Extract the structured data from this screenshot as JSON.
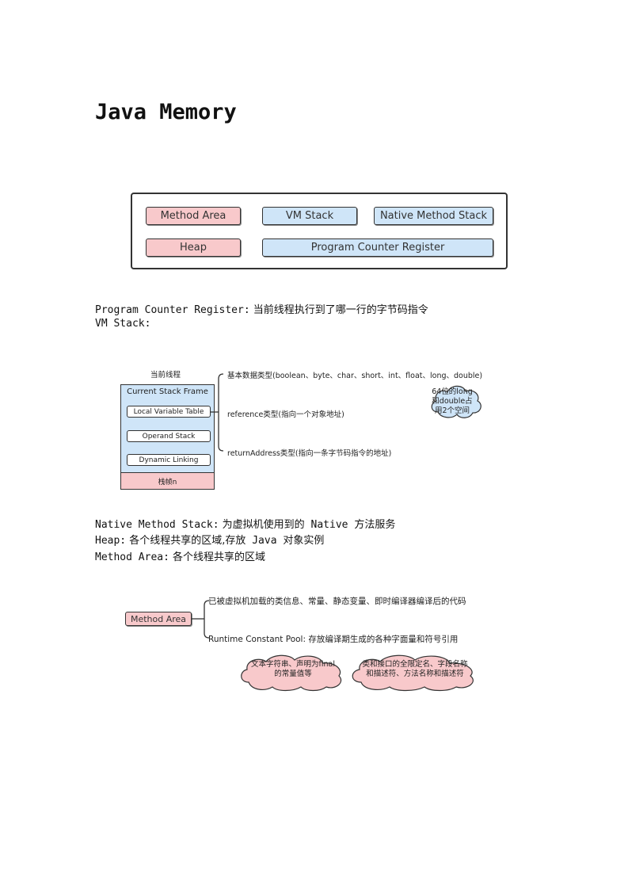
{
  "title": "Java Memory",
  "overview": {
    "method_area": "Method Area",
    "vm_stack": "VM Stack",
    "native_method_stack": "Native Method Stack",
    "heap": "Heap",
    "pc_register": "Program Counter Register"
  },
  "lines": {
    "pc_key": "Program Counter Register:",
    "pc_text": " 当前线程执行到了哪一行的字节码指令",
    "vm_key": "VM Stack:",
    "native_key": "Native Method Stack:",
    "native_text": " 为虚拟机使用到的",
    "native_mono": " Native ",
    "native_text2": "方法服务",
    "heap_key": "Heap:",
    "heap_text": " 各个线程共享的区域,存放",
    "heap_mono": " Java ",
    "heap_text2": "对象实例",
    "method_key": "Method Area:",
    "method_text": " 各个线程共享的区域"
  },
  "stack_diagram": {
    "thread_label": "当前线程",
    "frame_title": "Current Stack Frame",
    "local_var": "Local Variable Table",
    "operand": "Operand Stack",
    "dynamic": "Dynamic Linking",
    "bottom": "栈帧n",
    "branch1": "基本数据类型(boolean、byte、char、short、int、float、long、double)",
    "branch2": "reference类型(指向一个对象地址)",
    "branch3": "returnAddress类型(指向一条字节码指令的地址)",
    "cloud": [
      "64位的long",
      "和double占",
      "用2个空间"
    ]
  },
  "method_diagram": {
    "node": "Method Area",
    "branch1": "已被虚拟机加载的类信息、常量、静态变量、即时编译器编译后的代码",
    "branch2": "Runtime Constant Pool: 存放编译期生成的各种字面量和符号引用",
    "cloud1": [
      "文本字符串、声明为final",
      "的常量值等"
    ],
    "cloud2": [
      "类和接口的全限定名、字段名称",
      "和描述符、方法名称和描述符"
    ]
  },
  "colors": {
    "pink": "#f8c9cb",
    "blue": "#cfe5f8"
  }
}
